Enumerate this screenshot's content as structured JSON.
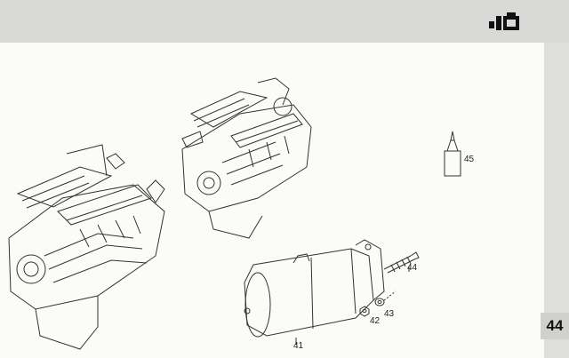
{
  "page": {
    "number": "44"
  },
  "logo": {
    "icon": "engine-logo-icon"
  },
  "callouts": {
    "c41": "41",
    "c42": "42",
    "c43": "43",
    "c44": "44",
    "c45": "45"
  },
  "colors": {
    "line": "#333333",
    "paper": "#fbfbf9",
    "band": "#d9d9d7"
  }
}
